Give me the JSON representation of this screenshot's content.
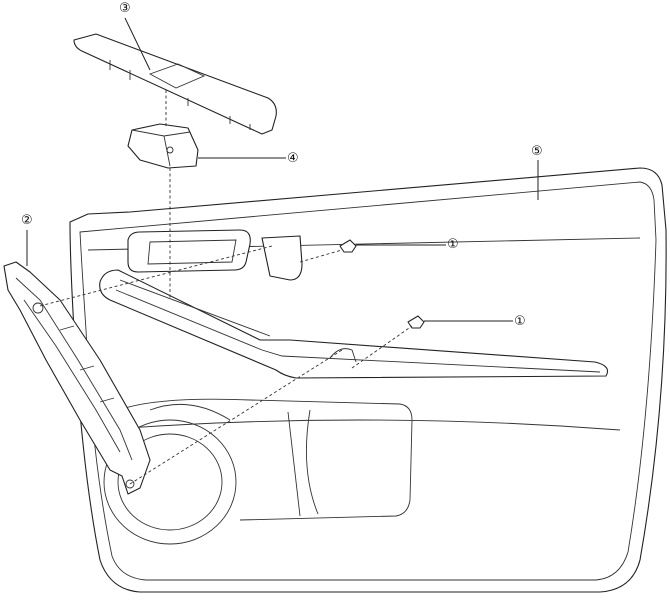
{
  "diagram": {
    "type": "exploded-parts-view",
    "callouts": [
      {
        "id": "callout-1a",
        "label": "①"
      },
      {
        "id": "callout-1b",
        "label": "①"
      },
      {
        "id": "callout-2",
        "label": "②"
      },
      {
        "id": "callout-3",
        "label": "③"
      },
      {
        "id": "callout-4",
        "label": "④"
      },
      {
        "id": "callout-5",
        "label": "⑤"
      }
    ]
  }
}
